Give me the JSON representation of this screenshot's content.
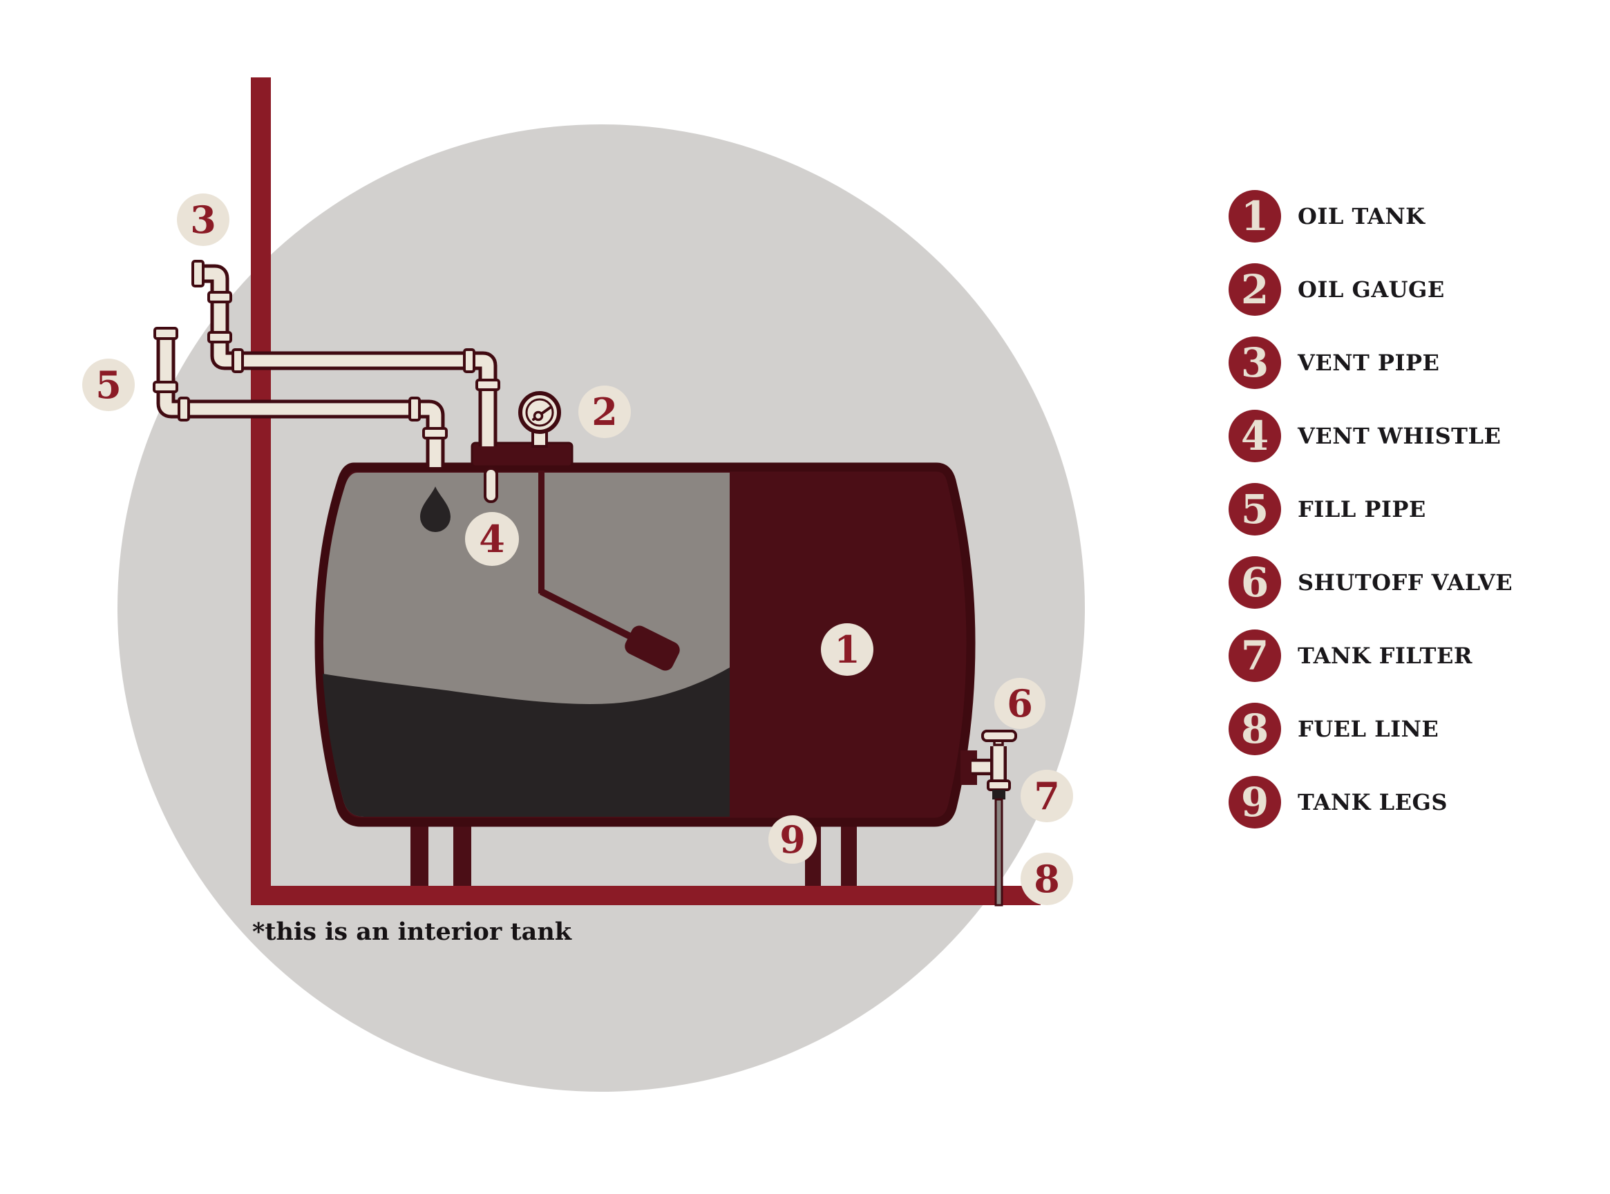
{
  "colors": {
    "background": "#FFFFFF",
    "backdrop_circle": "#D2D0CE",
    "tank_dark_maroon": "#4B0E16",
    "tank_outline": "#3E0A10",
    "wall_floor_maroon": "#8B1B26",
    "pipe_cream": "#EDE6DA",
    "callout_circle_cream": "#EAE3D7",
    "callout_digit_maroon": "#8B1B26",
    "legend_badge_maroon": "#8B1C28",
    "legend_digit_cream": "#E8E0D2",
    "tank_interior_gray": "#8B8682",
    "oil_black": "#272324",
    "text_dark": "#19171A"
  },
  "diagram": {
    "caption": "*this is an interior tank",
    "callouts": [
      {
        "number": "1",
        "points_to": "oil tank"
      },
      {
        "number": "2",
        "points_to": "oil gauge"
      },
      {
        "number": "3",
        "points_to": "vent pipe"
      },
      {
        "number": "4",
        "points_to": "vent whistle"
      },
      {
        "number": "5",
        "points_to": "fill pipe"
      },
      {
        "number": "6",
        "points_to": "shutoff valve"
      },
      {
        "number": "7",
        "points_to": "tank filter"
      },
      {
        "number": "8",
        "points_to": "fuel line"
      },
      {
        "number": "9",
        "points_to": "tank legs"
      }
    ]
  },
  "legend": {
    "items": [
      {
        "number": "1",
        "label": "OIL TANK"
      },
      {
        "number": "2",
        "label": "OIL GAUGE"
      },
      {
        "number": "3",
        "label": "VENT PIPE"
      },
      {
        "number": "4",
        "label": "VENT WHISTLE"
      },
      {
        "number": "5",
        "label": "FILL PIPE"
      },
      {
        "number": "6",
        "label": "SHUTOFF VALVE"
      },
      {
        "number": "7",
        "label": "TANK FILTER"
      },
      {
        "number": "8",
        "label": "FUEL LINE"
      },
      {
        "number": "9",
        "label": "TANK LEGS"
      }
    ]
  }
}
